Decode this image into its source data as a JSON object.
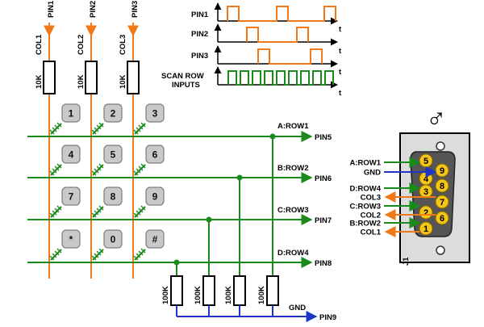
{
  "columns": [
    {
      "pin": "PIN1",
      "col": "COL1",
      "res": "10K"
    },
    {
      "pin": "PIN2",
      "col": "COL2",
      "res": "10K"
    },
    {
      "pin": "PIN3",
      "col": "COL3",
      "res": "10K"
    }
  ],
  "keys": [
    "1",
    "2",
    "3",
    "4",
    "5",
    "6",
    "7",
    "8",
    "9",
    "*",
    "0",
    "#"
  ],
  "rows": [
    {
      "label": "A:ROW1",
      "pin": "PIN5"
    },
    {
      "label": "B:ROW2",
      "pin": "PIN6"
    },
    {
      "label": "C:ROW3",
      "pin": "PIN7"
    },
    {
      "label": "D:ROW4",
      "pin": "PIN8"
    }
  ],
  "pulldown": {
    "res": [
      "100K",
      "100K",
      "100K",
      "100K"
    ],
    "gnd": "GND",
    "pin": "PIN9"
  },
  "timing": {
    "labels": [
      "PIN1",
      "PIN2",
      "PIN3"
    ],
    "scan_label_1": "SCAN ROW",
    "scan_label_2": "INPUTS",
    "t": "t"
  },
  "connector": {
    "symbol": "♂",
    "ref": "J1",
    "top_pins": [
      "5",
      "4",
      "3",
      "2",
      "1"
    ],
    "bottom_pins": [
      "9",
      "8",
      "7",
      "6"
    ],
    "wires": [
      {
        "label": "A:ROW1",
        "dir": "in",
        "color": "#1a8a1a"
      },
      {
        "label": "GND",
        "dir": "in",
        "color": "#1f35c8"
      },
      {
        "label": "D:ROW4",
        "dir": "in",
        "color": "#1a8a1a"
      },
      {
        "label": "COL3",
        "dir": "out",
        "color": "#f07a1a"
      },
      {
        "label": "C:ROW3",
        "dir": "in",
        "color": "#1a8a1a"
      },
      {
        "label": "COL2",
        "dir": "out",
        "color": "#f07a1a"
      },
      {
        "label": "B:ROW2",
        "dir": "in",
        "color": "#1a8a1a"
      },
      {
        "label": "COL1",
        "dir": "out",
        "color": "#f07a1a"
      }
    ]
  },
  "colors": {
    "column": "#f07a1a",
    "row": "#1a8a1a",
    "ground": "#1f35c8",
    "pin_yellow": "#f5c518"
  }
}
